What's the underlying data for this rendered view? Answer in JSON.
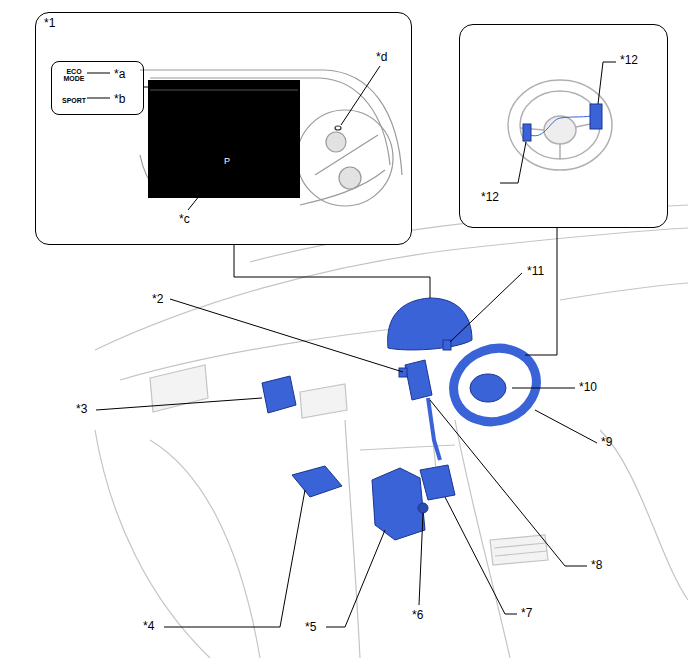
{
  "diagram": {
    "nodes": [
      {
        "text": [
          "*1",
          "*d",
          "P",
          "*c"
        ]
      },
      {
        "text": [
          "ECO MODE",
          "*a",
          "SPORT",
          "*b"
        ],
        "in": 0
      },
      {
        "text": [
          "*12",
          "*12"
        ]
      }
    ],
    "labels": [
      "*2",
      "*3",
      "*4",
      "*5",
      "*6",
      "*7",
      "*8",
      "*9",
      "*10",
      "*11"
    ]
  }
}
